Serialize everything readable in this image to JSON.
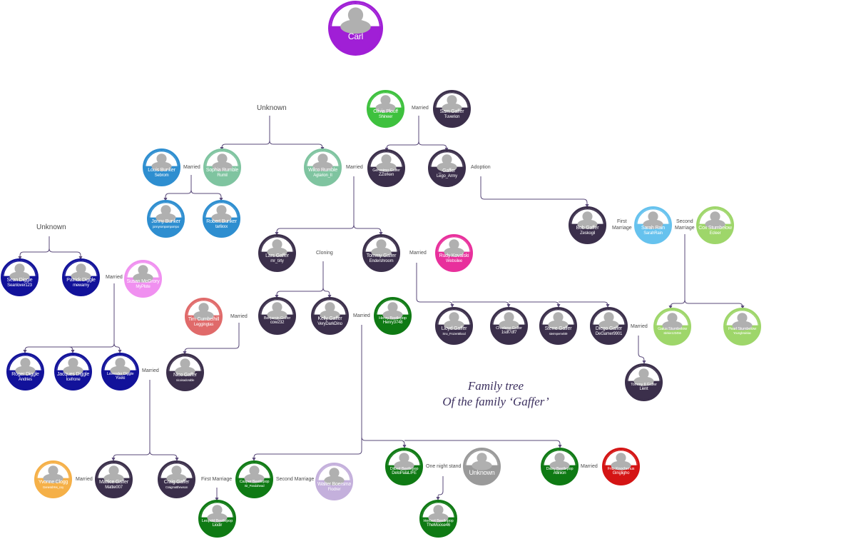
{
  "title": {
    "line1": "Family tree",
    "line2": "Of the family ‘Gaffer’"
  },
  "palette": {
    "purple": "#a01fd6",
    "dark": "#3b2f4b",
    "green": "#3ec13e",
    "teal": "#7fc4a0",
    "blue": "#2e8ed0",
    "navy": "#12129a",
    "pink": "#f090f0",
    "magenta": "#e8309c",
    "salmon": "#e06a6a",
    "dkgreen": "#0f7a14",
    "lime": "#9ed66a",
    "skyblue": "#66c2ee",
    "orange": "#f5b048",
    "lavender": "#c4b0dc",
    "gray": "#9a9a9a",
    "red": "#d41414"
  },
  "people": [
    {
      "id": "carl",
      "name": "Carl",
      "user": "",
      "color": "purple"
    },
    {
      "id": "olivia",
      "name": "Olivia Plouff",
      "user": "Shineer",
      "color": "green"
    },
    {
      "id": "sam",
      "name": "Sam Gaffer",
      "user": "Tuverion",
      "color": "dark"
    },
    {
      "id": "louis",
      "name": "Louis Bunker",
      "user": "Sebrom",
      "color": "blue"
    },
    {
      "id": "sophia",
      "name": "Sophia Rumble",
      "user": "Rumil",
      "color": "teal"
    },
    {
      "id": "wilco",
      "name": "Wilco Rumble",
      "user": "Aglarion_II",
      "color": "teal"
    },
    {
      "id": "geronimo",
      "name": "Geronimo Gaffer",
      "user": "ZZorken",
      "color": "dark"
    },
    {
      "id": "lego",
      "name": "_ Gaffer",
      "user": "Lego_Army",
      "color": "dark"
    },
    {
      "id": "jonny",
      "name": "Jonny Bunker",
      "user": "jonnyrompompompo",
      "color": "blue"
    },
    {
      "id": "robert",
      "name": "Robert Bunker",
      "user": "tarlixxx",
      "color": "blue"
    },
    {
      "id": "bob",
      "name": "Bob Gaffer",
      "user": "Zeskogil",
      "color": "dark"
    },
    {
      "id": "sarah",
      "name": "Sarah Rain",
      "user": "SarahRain",
      "color": "skyblue"
    },
    {
      "id": "cox",
      "name": "Cox Stumbelow",
      "user": "Ecleer",
      "color": "lime"
    },
    {
      "id": "lars",
      "name": "Lars Gaffer",
      "user": "mr_tirty",
      "color": "dark"
    },
    {
      "id": "tommy",
      "name": "Tommy Gaffer",
      "user": "Endershroom",
      "color": "dark"
    },
    {
      "id": "rudy",
      "name": "Rudy Kovalski",
      "user": "Websilee",
      "color": "magenta"
    },
    {
      "id": "sean",
      "name": "Sean Diggle",
      "user": "Seanlover123",
      "color": "navy"
    },
    {
      "id": "patrick",
      "name": "Patrick Diggle",
      "user": "mewamy",
      "color": "navy"
    },
    {
      "id": "susan",
      "name": "Susan McGrory",
      "user": "MyPlote",
      "color": "pink"
    },
    {
      "id": "tim",
      "name": "Tim Cumbelhill",
      "user": "Leggingtas",
      "color": "salmon"
    },
    {
      "id": "benjamin",
      "name": "Benjamin Gaffer",
      "user": "cow232",
      "color": "dark"
    },
    {
      "id": "kelly",
      "name": "Kelly Gaffer",
      "user": "VeryDarkDino",
      "color": "dark"
    },
    {
      "id": "henry",
      "name": "Henry Beetlepop",
      "user": "Henry3748",
      "color": "dkgreen"
    },
    {
      "id": "lloyd",
      "name": "Lloyd Gaffer",
      "user": "Sno_FrozenBlood",
      "color": "dark"
    },
    {
      "id": "charlene",
      "name": "Charlene Gaffer",
      "user": "1sdf7df7",
      "color": "dark"
    },
    {
      "id": "sterre",
      "name": "Sterre Gaffer",
      "user": "sterrepernel49",
      "color": "dark"
    },
    {
      "id": "diego",
      "name": "Diego Gaffer",
      "user": "DeGamer9901",
      "color": "dark"
    },
    {
      "id": "gaius",
      "name": "Gaius Stumbelow",
      "user": "stinkie123456",
      "color": "lime"
    },
    {
      "id": "pearl",
      "name": "Pearl Stumbelow",
      "user": "Youngbrainiac",
      "color": "lime"
    },
    {
      "id": "roger",
      "name": "Roger Diggle",
      "user": "Andries",
      "color": "navy"
    },
    {
      "id": "jacques",
      "name": "Jacques Diggle",
      "user": "Icefrone",
      "color": "navy"
    },
    {
      "id": "lavender",
      "name": "Lavender Diggle",
      "user": "Yoeki",
      "color": "navy"
    },
    {
      "id": "nico",
      "name": "Nico Gaffer",
      "user": "nicoisadorable",
      "color": "dark"
    },
    {
      "id": "tommy2",
      "name": "Tommy II Gaffer",
      "user": "Lient",
      "color": "dark"
    },
    {
      "id": "yvonne",
      "name": "Yvonne Clogg",
      "user": "GeneralYes_coy",
      "color": "orange"
    },
    {
      "id": "mattice",
      "name": "Mattice Gaffer",
      "user": "Mattie007",
      "color": "dark"
    },
    {
      "id": "craig",
      "name": "Craig Gaffer",
      "user": "Craigmatthewson",
      "color": "dark"
    },
    {
      "id": "casper",
      "name": "Casper Beetlepop",
      "user": "Sir_Pandahead",
      "color": "dkgreen"
    },
    {
      "id": "walter",
      "name": "Walter Boersma",
      "user": "Fiodrer",
      "color": "lavender"
    },
    {
      "id": "dilbert",
      "name": "Dilbert Beetlepop",
      "user": "DeloPalaLIFE",
      "color": "dkgreen"
    },
    {
      "id": "unknownp",
      "name": "Unknown",
      "user": "",
      "color": "gray"
    },
    {
      "id": "daisy",
      "name": "Daisy Beetlepop",
      "user": "Allinion",
      "color": "dkgreen"
    },
    {
      "id": "fritz",
      "name": "Fritz Knochenus",
      "user": "Gingligho",
      "color": "red"
    },
    {
      "id": "leopold",
      "name": "Leopold Beetlepop",
      "user": "Liodir",
      "color": "dkgreen"
    },
    {
      "id": "herbert",
      "name": "Herbert Beetlepop",
      "user": "TheMoose46",
      "color": "dkgreen"
    }
  ],
  "labels": {
    "unknown1": "Unknown",
    "unknown2": "Unknown",
    "married_olivia_sam": "Married",
    "married_louis_sophia": "Married",
    "married_wilco": "Married",
    "adoption": "Adoption",
    "first_marriage_bob": [
      "First",
      "Marriage"
    ],
    "second_marriage_sarah": [
      "Second",
      "Marriage"
    ],
    "cloning": "Cloning",
    "married_tommy": "Married",
    "married_patrick": "Married",
    "married_tim": "Married",
    "married_kelly": "Married",
    "married_diego": "Married",
    "married_lavender": "Married",
    "married_yvonne": "Married",
    "first_marriage_craig": "First Marriage",
    "second_marriage_casper": "Second Marriage",
    "one_night_stand": "One night stand",
    "married_daisy": "Married"
  }
}
